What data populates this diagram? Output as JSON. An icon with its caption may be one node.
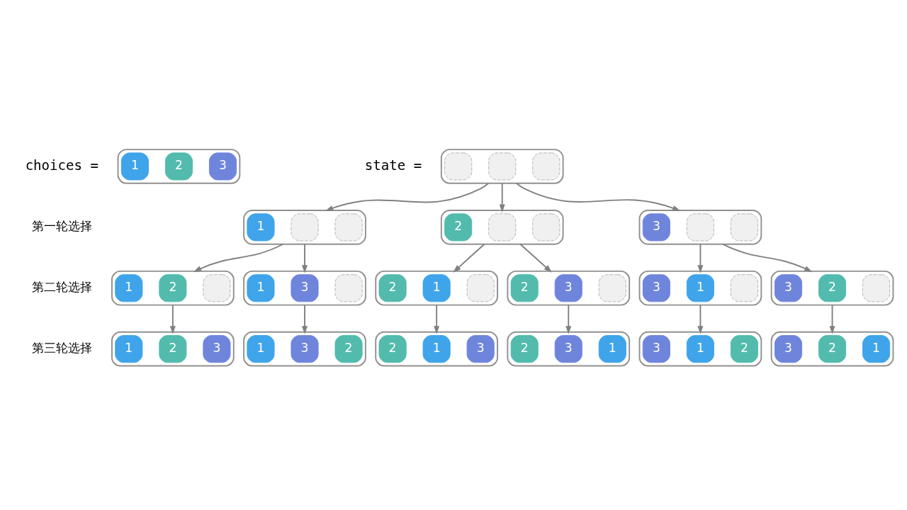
{
  "diagram": {
    "nodes": [
      {
        "text": [],
        "shape": "box",
        "beside": [
          "choices ="
        ]
      },
      {
        "text": [
          "1"
        ],
        "in": 0
      },
      {
        "text": [
          "2"
        ],
        "in": 0
      },
      {
        "text": [
          "3"
        ],
        "in": 0
      },
      {
        "text": [],
        "shape": "box",
        "beside": [
          "state ="
        ]
      },
      {
        "text": [],
        "shape": "box",
        "in": 4
      },
      {
        "text": [],
        "shape": "box",
        "in": 4
      },
      {
        "text": [],
        "shape": "box",
        "in": 4
      },
      {
        "text": [],
        "shape": "box"
      },
      {
        "text": [
          "1"
        ],
        "in": 8
      },
      {
        "text": [],
        "shape": "box",
        "in": 8
      },
      {
        "text": [],
        "shape": "box",
        "in": 8
      },
      {
        "text": [],
        "shape": "box"
      },
      {
        "text": [
          "2"
        ],
        "in": 12
      },
      {
        "text": [],
        "shape": "box",
        "in": 12
      },
      {
        "text": [],
        "shape": "box",
        "in": 12
      },
      {
        "text": [],
        "shape": "box"
      },
      {
        "text": [
          "3"
        ],
        "in": 16
      },
      {
        "text": [],
        "shape": "box",
        "in": 16
      },
      {
        "text": [],
        "shape": "box",
        "in": 16
      },
      {
        "text": [],
        "shape": "box"
      },
      {
        "text": [
          "1"
        ],
        "in": 20
      },
      {
        "text": [
          "2"
        ],
        "in": 20
      },
      {
        "text": [],
        "shape": "box",
        "in": 20
      },
      {
        "text": [],
        "shape": "box"
      },
      {
        "text": [
          "1"
        ],
        "in": 24
      },
      {
        "text": [
          "3"
        ],
        "in": 24
      },
      {
        "text": [],
        "shape": "box",
        "in": 24
      },
      {
        "text": [],
        "shape": "box"
      },
      {
        "text": [
          "2"
        ],
        "in": 28
      },
      {
        "text": [
          "1"
        ],
        "in": 28
      },
      {
        "text": [],
        "shape": "box",
        "in": 28
      },
      {
        "text": [],
        "shape": "box"
      },
      {
        "text": [
          "2"
        ],
        "in": 32
      },
      {
        "text": [
          "3"
        ],
        "in": 32
      },
      {
        "text": [],
        "shape": "box",
        "in": 32
      },
      {
        "text": [],
        "shape": "box"
      },
      {
        "text": [
          "3"
        ],
        "in": 36
      },
      {
        "text": [
          "1"
        ],
        "in": 36
      },
      {
        "text": [],
        "shape": "box",
        "in": 36
      },
      {
        "text": [],
        "shape": "box"
      },
      {
        "text": [
          "3"
        ],
        "in": 40
      },
      {
        "text": [
          "2"
        ],
        "in": 40
      },
      {
        "text": [],
        "shape": "box",
        "in": 40
      },
      {
        "text": [],
        "shape": "box"
      },
      {
        "text": [
          "1"
        ],
        "in": 44
      },
      {
        "text": [
          "2"
        ],
        "in": 44
      },
      {
        "text": [
          "3"
        ],
        "in": 44
      },
      {
        "text": [],
        "shape": "box"
      },
      {
        "text": [
          "1"
        ],
        "in": 48
      },
      {
        "text": [
          "3"
        ],
        "in": 48
      },
      {
        "text": [
          "2"
        ],
        "in": 48
      },
      {
        "text": [],
        "shape": "box"
      },
      {
        "text": [
          "2"
        ],
        "in": 52
      },
      {
        "text": [
          "1"
        ],
        "in": 52
      },
      {
        "text": [
          "3"
        ],
        "in": 52
      },
      {
        "text": [],
        "shape": "box"
      },
      {
        "text": [
          "2"
        ],
        "in": 56
      },
      {
        "text": [
          "3"
        ],
        "in": 56
      },
      {
        "text": [
          "1"
        ],
        "in": 56
      },
      {
        "text": [],
        "shape": "box"
      },
      {
        "text": [
          "3"
        ],
        "in": 60
      },
      {
        "text": [
          "1"
        ],
        "in": 60
      },
      {
        "text": [
          "2"
        ],
        "in": 60
      },
      {
        "text": [],
        "shape": "box"
      },
      {
        "text": [
          "3"
        ],
        "in": 64
      },
      {
        "text": [
          "2"
        ],
        "in": 64
      },
      {
        "text": [
          "1"
        ],
        "in": 64
      }
    ],
    "edges": [
      {
        "from": 4,
        "to": 8,
        "arrow": "to"
      },
      {
        "from": 4,
        "to": 12,
        "arrow": "to"
      },
      {
        "from": 4,
        "to": 16,
        "arrow": "to"
      },
      {
        "from": 8,
        "to": 20,
        "arrow": "to"
      },
      {
        "from": 8,
        "to": 24,
        "arrow": "to"
      },
      {
        "from": 12,
        "to": 28,
        "arrow": "to"
      },
      {
        "from": 12,
        "to": 32,
        "arrow": "to"
      },
      {
        "from": 16,
        "to": 36,
        "arrow": "to"
      },
      {
        "from": 16,
        "to": 40,
        "arrow": "to"
      },
      {
        "from": 20,
        "to": 44,
        "arrow": "to"
      },
      {
        "from": 24,
        "to": 48,
        "arrow": "to"
      },
      {
        "from": 28,
        "to": 52,
        "arrow": "to"
      },
      {
        "from": 32,
        "to": 56,
        "arrow": "to"
      },
      {
        "from": 36,
        "to": 60,
        "arrow": "to"
      },
      {
        "from": 40,
        "to": 64,
        "arrow": "to"
      }
    ],
    "labels": [
      "第一轮选择",
      "第二轮选择",
      "第三轮选择"
    ]
  }
}
